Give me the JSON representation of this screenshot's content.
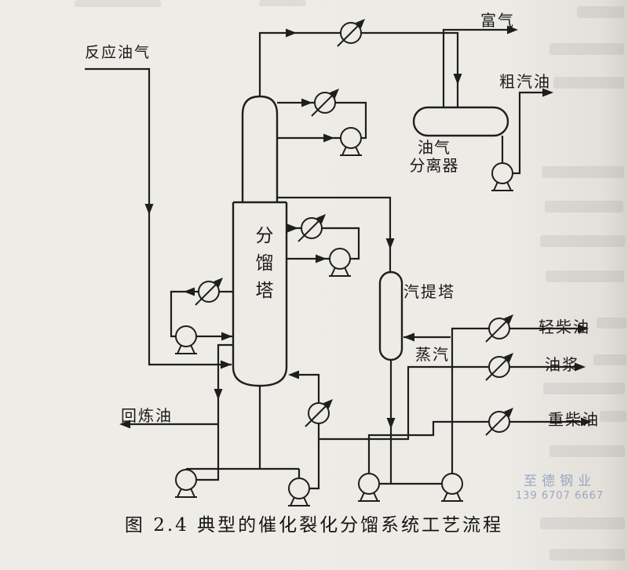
{
  "page": {
    "background": "#edebe6",
    "ink": "#1e1e1e"
  },
  "figure": {
    "caption": "图 2.4  典型的催化裂化分馏系统工艺流程"
  },
  "streams": {
    "feed": "反应油气",
    "rich_gas": "富气",
    "crude_gasoline": "粗汽油",
    "steam": "蒸汽",
    "light_diesel": "轻柴油",
    "oil_slurry": "油浆",
    "heavy_diesel": "重柴油",
    "recycle_oil": "回炼油"
  },
  "equipment": {
    "fractionator": "分馏塔",
    "separator_line1": "油气",
    "separator_line2": "分离器",
    "stripper": "汽提塔"
  },
  "icons": {
    "heat_exchanger": "circle-with-diagonal-arrow",
    "pump": "circle-with-base"
  },
  "watermark": {
    "name": "至德钢业",
    "phone": "139 6707 6667"
  }
}
